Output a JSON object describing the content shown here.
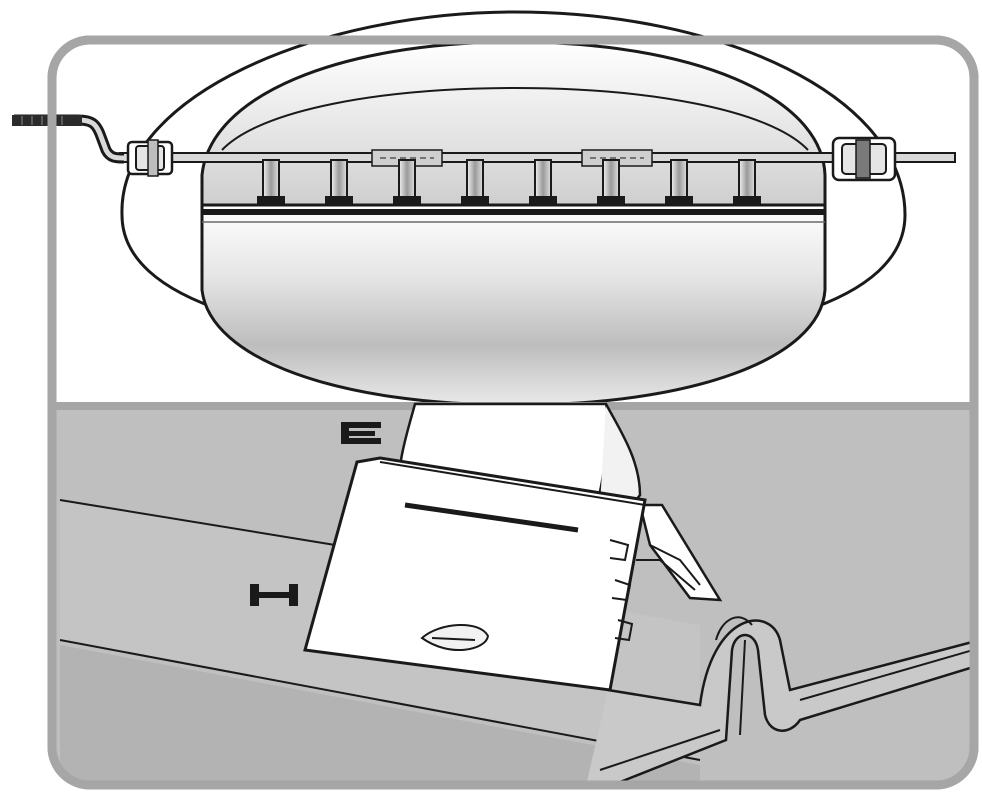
{
  "figure": {
    "callouts": {
      "e": "E",
      "h": "H"
    },
    "panels": [
      "top-overview",
      "bottom-detail"
    ],
    "colors": {
      "frame": "#a6a6a6",
      "panel_top_bg": "#ffffff",
      "panel_bottom_bg": "#bfbfbf",
      "outline": "#1a1a1a",
      "metal_light": "#f0f0f0",
      "metal_mid": "#cfcfcf",
      "metal_dark": "#8a8a8a"
    }
  }
}
